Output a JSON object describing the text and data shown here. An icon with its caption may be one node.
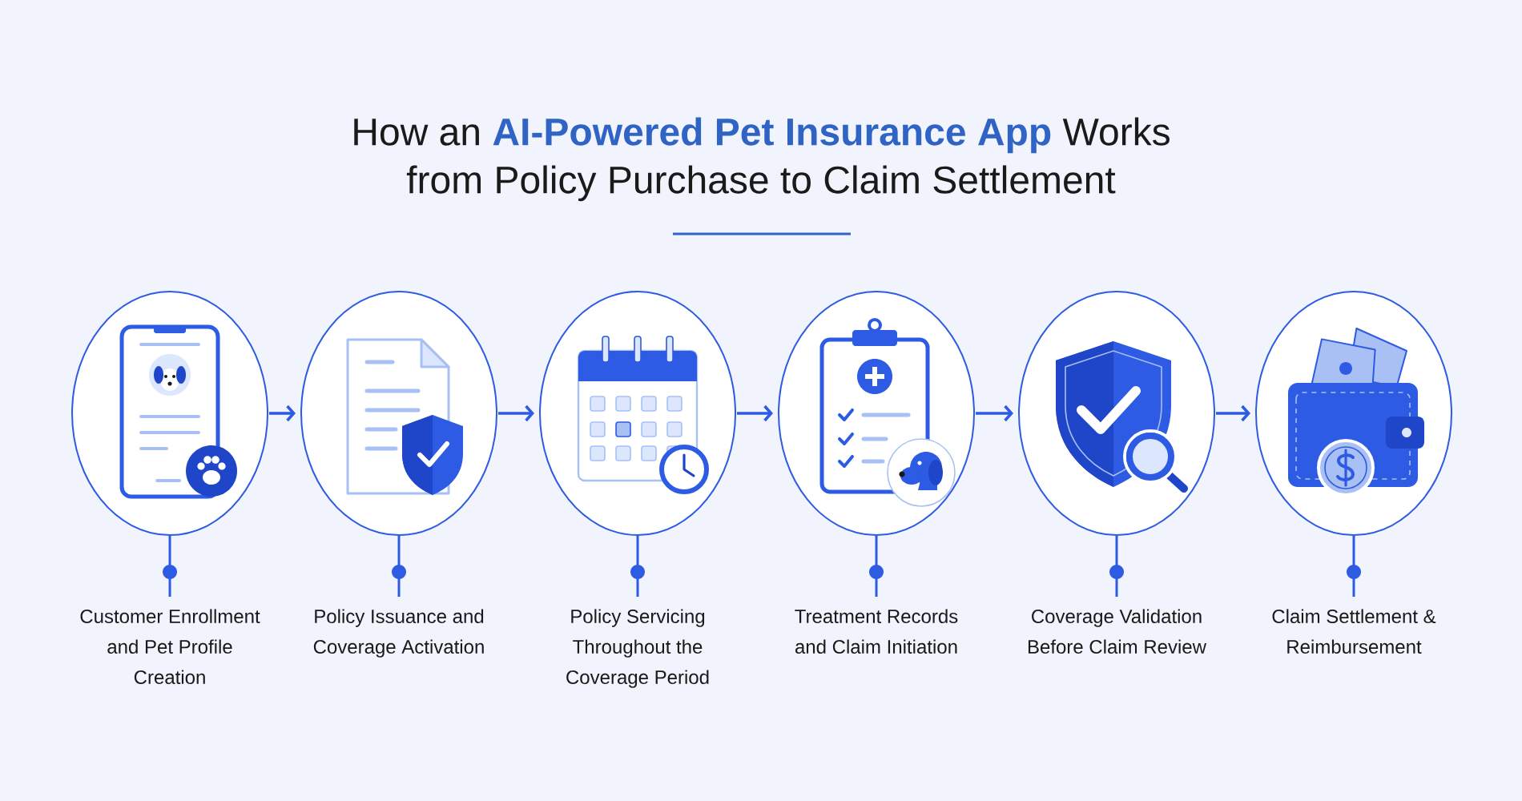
{
  "diagram": {
    "title": "How an **AI-Powered Pet Insurance App** Works from Policy Purchase to Claim Settlement",
    "nodes": [
      {
        "text": [],
        "shape": "circle",
        "beside": [
          "Customer Enrollment and Pet Profile Creation"
        ]
      },
      {
        "text": [],
        "shape": "circle",
        "beside": [
          "Policy Issuance and Coverage Activation"
        ]
      },
      {
        "text": [],
        "shape": "circle",
        "beside": [
          "Policy Servicing Throughout the Coverage Period"
        ]
      },
      {
        "text": [],
        "shape": "circle",
        "beside": [
          "Treatment Records and Claim Initiation"
        ]
      },
      {
        "text": [],
        "shape": "circle",
        "beside": [
          "Coverage Validation Before Claim Review"
        ]
      },
      {
        "text": [],
        "shape": "circle",
        "beside": [
          "Claim Settlement & Reimbursement"
        ]
      }
    ],
    "edges": [
      {
        "from": 0,
        "to": 1,
        "arrow": "to"
      },
      {
        "from": 1,
        "to": 2,
        "arrow": "to"
      },
      {
        "from": 2,
        "to": 3,
        "arrow": "to"
      },
      {
        "from": 3,
        "to": 4,
        "arrow": "to"
      },
      {
        "from": 4,
        "to": 5,
        "arrow": "to"
      }
    ]
  }
}
